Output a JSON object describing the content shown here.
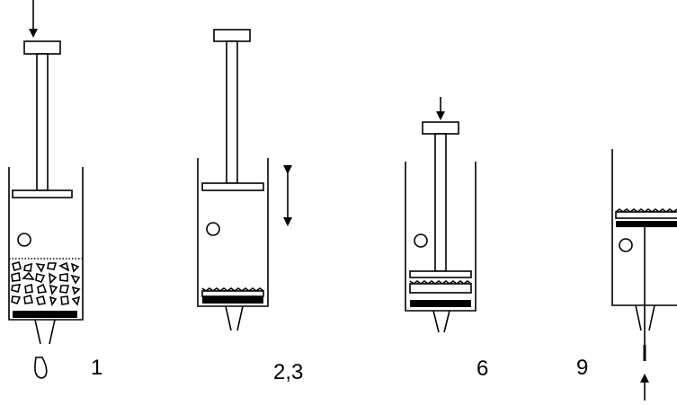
{
  "steps": [
    {
      "label": "1"
    },
    {
      "label": "2,3"
    },
    {
      "label": "6"
    },
    {
      "label": "9"
    }
  ],
  "colors": {
    "line": "#000000",
    "background": "#ffffff"
  }
}
